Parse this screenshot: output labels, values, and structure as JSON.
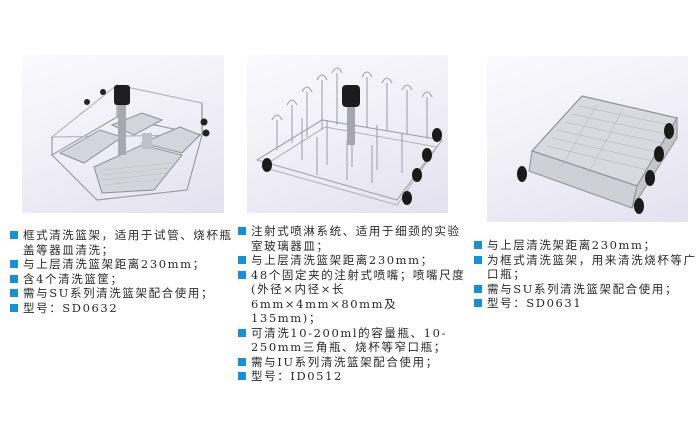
{
  "theme": {
    "bullet_color": "#1a8fd1",
    "text_color": "#2a2a2a"
  },
  "products": [
    {
      "image_alt": "框式清洗篮架 (4 mesh baskets with central nozzle)",
      "specs": [
        "框式清洗篮架，适用于试管、烧杯瓶盖等器皿清洗；",
        "与上层清洗篮架距离230mm；",
        "含4个清洗篮筐；",
        "需与SU系列清洗篮架配合使用；",
        "型号：SD0632"
      ]
    },
    {
      "image_alt": "注射式喷淋系统篮架 (injector nozzle rack with wheels)",
      "specs": [
        "注射式喷淋系统、适用于细颈的实验室玻璃器皿；",
        "与上层清洗篮架距离230mm；",
        "48个固定夹的注射式喷嘴；喷嘴尺度(外径×内径×长6mm×4mm×80mm及135mm)；",
        "可清洗10-200ml的容量瓶、10-250mm三角瓶、烧杯等窄口瓶；",
        "需与IU系列清洗篮架配合使用；",
        "型号：ID0512"
      ]
    },
    {
      "image_alt": "框式清洗篮架 (mesh basket on wheeled frame)",
      "specs": [
        "与上层清洗架距离230mm；",
        "为框式清洗篮架，用来清洗烧杯等广口瓶；",
        "需与SU系列清洗篮架配合使用；",
        "型号：SD0631"
      ]
    }
  ]
}
